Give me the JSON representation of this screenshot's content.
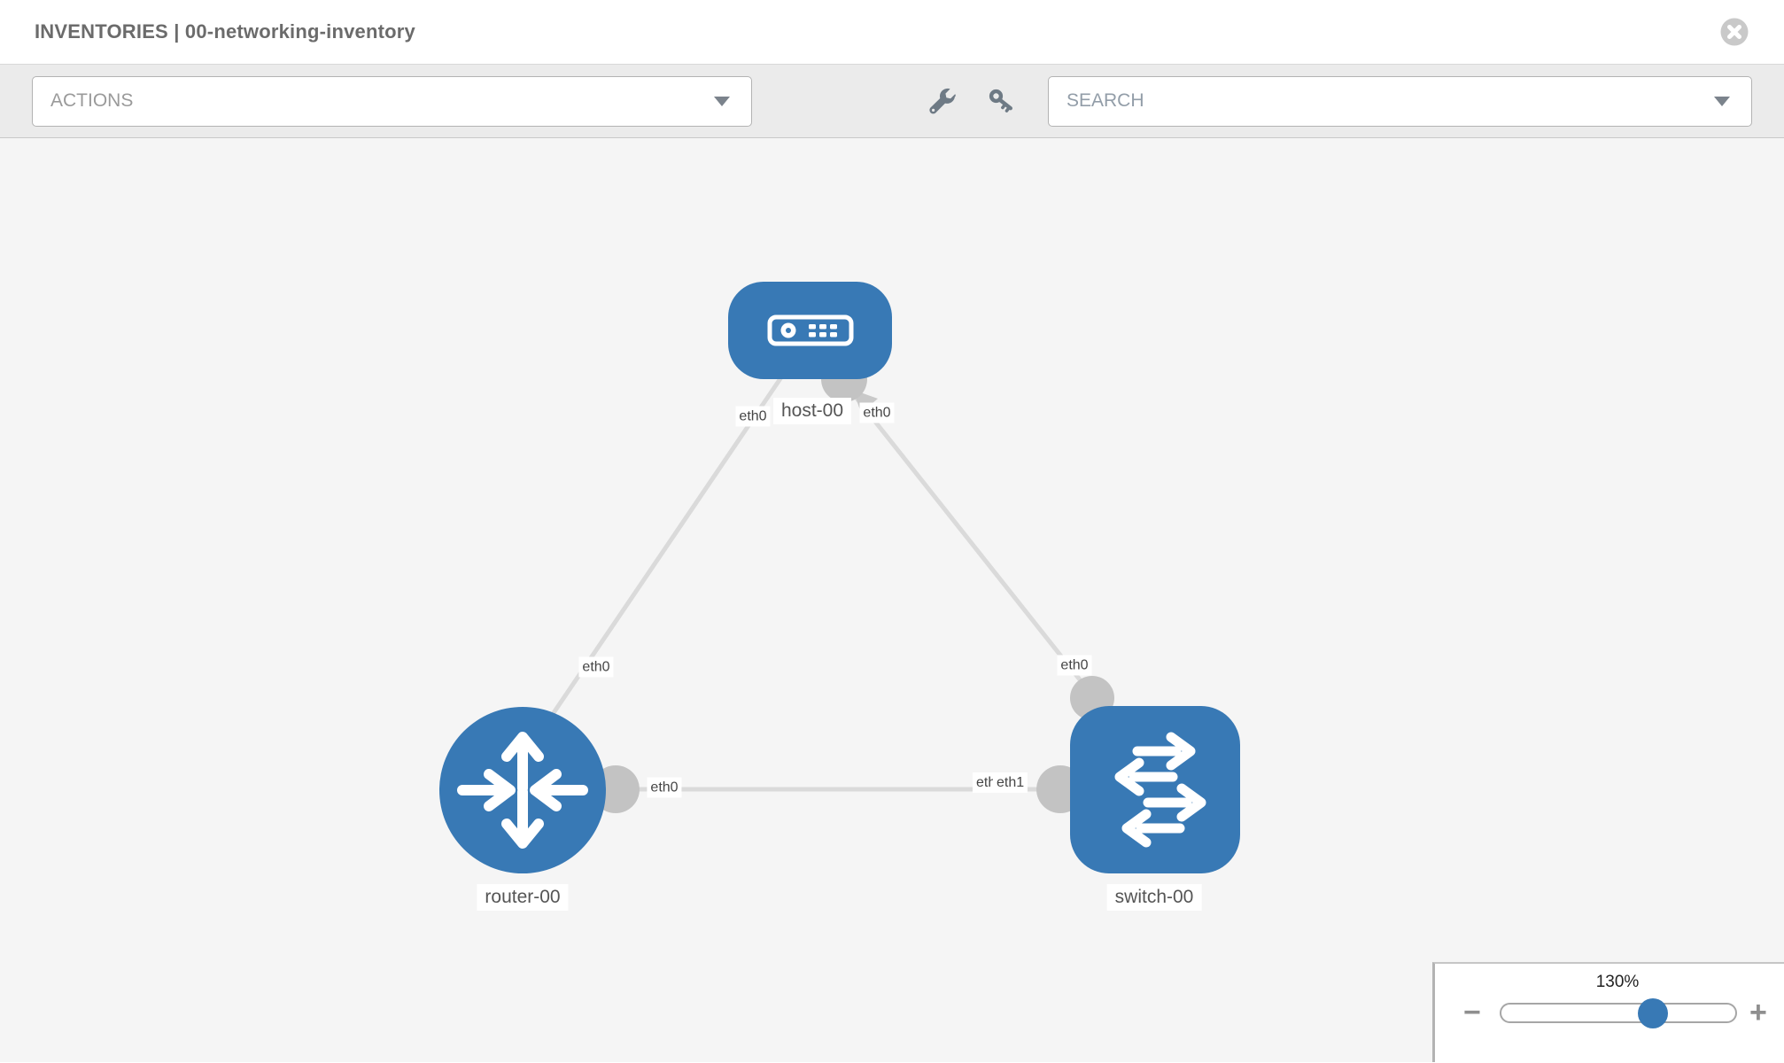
{
  "header": {
    "title": "INVENTORIES | 00-networking-inventory"
  },
  "toolbar": {
    "actions_label": "ACTIONS",
    "search_label": "SEARCH"
  },
  "icons": {
    "close": "circle-x",
    "wrench": "wrench",
    "key": "key",
    "dropdown_caret": "chevron-down"
  },
  "diagram": {
    "nodes": {
      "host": {
        "label": "host-00",
        "type": "host"
      },
      "router": {
        "label": "router-00",
        "type": "router"
      },
      "switch": {
        "label": "switch-00",
        "type": "switch"
      }
    },
    "links": [
      {
        "source": "host-00",
        "source_interface": "eth0",
        "target": "router-00",
        "target_interface": "eth0"
      },
      {
        "source": "host-00",
        "source_interface": "eth0",
        "target": "switch-00",
        "target_interface": "eth0"
      },
      {
        "source": "router-00",
        "source_interface": "eth0",
        "target": "switch-00",
        "target_interfaces": [
          "eth0",
          "eth1"
        ]
      }
    ]
  },
  "zoom_control": {
    "value": "130%",
    "minus_label": "−",
    "plus_label": "+"
  },
  "colors": {
    "node_blue": "#3879b5",
    "link_gray": "#dadada",
    "interface_gray": "#c3c3c3",
    "canvas_bg": "#f5f5f5",
    "toolbar_bg": "#ebebeb"
  }
}
